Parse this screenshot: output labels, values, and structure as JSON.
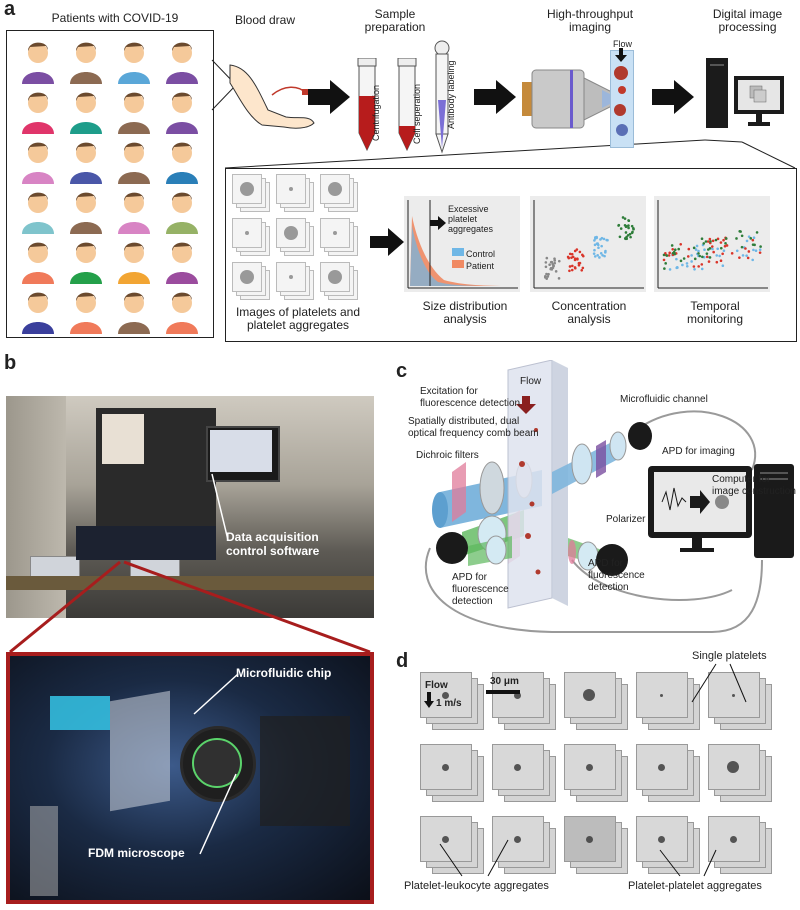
{
  "panels": {
    "a": "a",
    "b": "b",
    "c": "c",
    "d": "d"
  },
  "panel_a": {
    "patients_title": "Patients with COVID-19",
    "blood_draw": "Blood draw",
    "sample_prep": "Sample\npreparation",
    "imaging": "High-throughput\nimaging",
    "processing": "Digital image\nprocessing",
    "flow": "Flow",
    "tubes": [
      "Centrifugation",
      "Cell seperation",
      "Antibody labeling"
    ],
    "images_caption": "Images of platelets and\nplatelet aggregates",
    "size_dist": "Size distribution\nanalysis",
    "concentration": "Concentration\nanalysis",
    "temporal": "Temporal\nmonitoring",
    "excessive": "Excessive\nplatelet\naggregates",
    "legend": [
      "Control",
      "Patient"
    ],
    "colors": {
      "control": "#6fb7e6",
      "patient": "#f08a63",
      "red_dot": "#d9352a",
      "green_dot": "#2f7d3a",
      "gray_dot": "#888888"
    }
  },
  "panel_b": {
    "daq": "Data acquisition\ncontrol software",
    "chip": "Microfluidic chip",
    "fdm": "FDM microscope"
  },
  "panel_c": {
    "flow": "Flow",
    "excitation": "Excitation for\nfluorescence detection",
    "comb": "Spatially distributed, dual\noptical frequency comb beam",
    "dichroic": "Dichroic filters",
    "channel": "Microfluidic channel",
    "apd_imaging": "APD for imaging",
    "computer": "Computer for\nimage construction",
    "polarizer": "Polarizer",
    "apd_fluor_left": "APD for\nfluorescence\ndetection",
    "apd_fluor_right": "APD for\nfluorescence\ndetection"
  },
  "panel_d": {
    "flow": "Flow",
    "speed": "1 m/s",
    "scale": "30 μm",
    "single": "Single platelets",
    "pl_leuk": "Platelet-leukocyte aggregates",
    "pl_pl": "Platelet-platelet aggregates"
  }
}
